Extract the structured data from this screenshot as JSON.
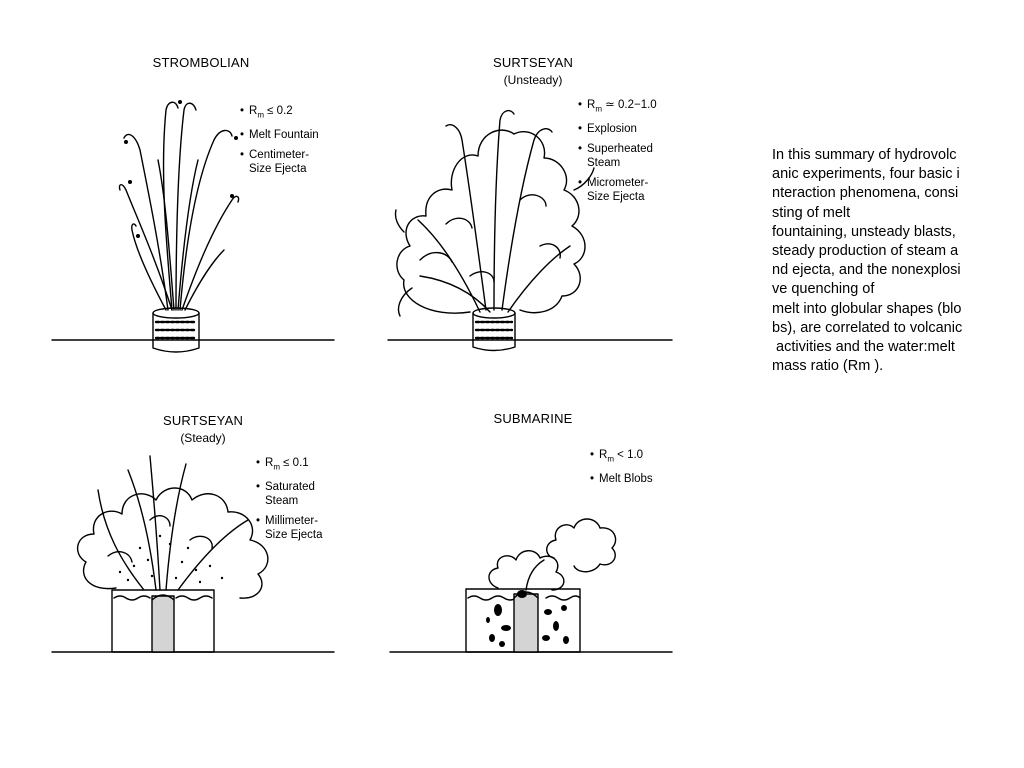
{
  "panels": {
    "strombolian": {
      "title": "STROMBOLIAN",
      "subtitle": "",
      "rm_prefix": "R",
      "rm_sub": "m",
      "rm_relation": " ≤ 0.2",
      "bullet2": "Melt Fountain",
      "bullet3_line1": "Centimeter-",
      "bullet3_line2": "Size Ejecta"
    },
    "surtseyan_unsteady": {
      "title": "SURTSEYAN",
      "subtitle": "(Unsteady)",
      "rm_prefix": "R",
      "rm_sub": "m",
      "rm_relation": " ≃ 0.2−1.0",
      "bullet2": "Explosion",
      "bullet3_line1": "Superheated",
      "bullet3_line2": "Steam",
      "bullet4_line1": "Micrometer-",
      "bullet4_line2": "Size Ejecta"
    },
    "surtseyan_steady": {
      "title": "SURTSEYAN",
      "subtitle": "(Steady)",
      "rm_prefix": "R",
      "rm_sub": "m",
      "rm_relation": " ≤ 0.1",
      "bullet2_line1": "Saturated",
      "bullet2_line2": "Steam",
      "bullet3_line1": "Millimeter-",
      "bullet3_line2": "Size Ejecta"
    },
    "submarine": {
      "title": "SUBMARINE",
      "subtitle": "",
      "rm_prefix": "R",
      "rm_sub": "m",
      "rm_relation": " < 1.0",
      "bullet2": "Melt Blobs"
    }
  },
  "caption": {
    "lines": [
      "In this summary of hydrovolc",
      "anic experiments, four basic i",
      "nteraction phenomena, consi",
      "sting of melt",
      "fountaining, unsteady blasts,",
      "steady production of steam a",
      "nd ejecta, and the nonexplosi",
      "ve quenching of",
      "melt into globular shapes (blo",
      "bs), are correlated to volcanic",
      " activities and the water:melt",
      "mass ratio (Rm )."
    ]
  }
}
